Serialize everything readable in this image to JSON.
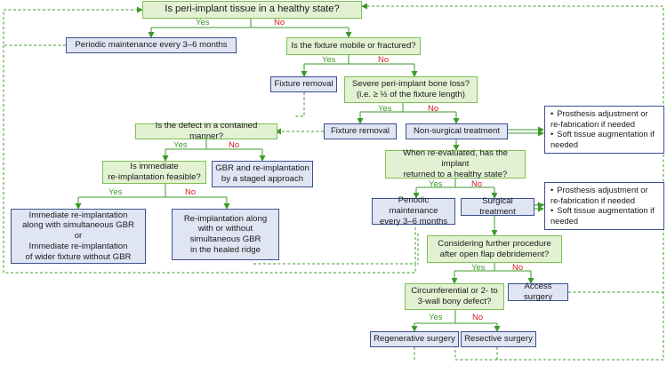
{
  "nodes": {
    "q_healthy": "Is peri-implant tissue in a healthy state?",
    "maint1": "Periodic maintenance every 3–6 months",
    "q_mobile": "Is the fixture mobile or fractured?",
    "fixture_removal_1": "Fixture removal",
    "q_boneloss": "Severe peri-implant bone loss?\n(i.e. ≥ ½ of the fixture length)",
    "fixture_removal_2": "Fixture removal",
    "nonsurgical": "Non-surgical treatment",
    "q_contained": "Is the defect in a contained manner?",
    "q_immediate": "Is immediate\nre-implantation feasible?",
    "gbr_staged": "GBR and re-implantation\nby a staged approach",
    "immediate_reimpl": "Immediate re-implantation\nalong with simultaneous GBR\nor\nImmediate re-implantation\nof wider fixture without GBR",
    "reimpl_healed": "Re-implantation along\nwith or without\nsimultaneous GBR\nin the healed ridge",
    "q_reevaluated": "When re-evaluated, has the implant\nreturned to a healthy state?",
    "maint2": "Periodic maintenance\nevery 3–6 months",
    "surgical": "Surgical treatment",
    "q_further": "Considering further procedure\nafter open flap debridement?",
    "access": "Access surgery",
    "q_defect": "Circumferential or 2- to\n3-wall bony defect?",
    "regenerative": "Regenerative surgery",
    "resective": "Resective surgery"
  },
  "notes": {
    "note1": [
      "Prosthesis adjustment or re-fabrication if needed",
      "Soft tissue augmentation if needed"
    ],
    "note2": [
      "Prosthesis adjustment or re-fabrication if needed",
      "Soft tissue augmentation if needed"
    ]
  },
  "labels": {
    "yes": "Yes",
    "no": "No"
  },
  "colors": {
    "question_fill": "#e3f1d3",
    "question_border": "#7dc052",
    "action_fill": "#dfe5f3",
    "action_border": "#3d4f8e",
    "arrow": "#3b9a2a",
    "yes": "#3b9a2a",
    "no": "#d41e1e"
  }
}
